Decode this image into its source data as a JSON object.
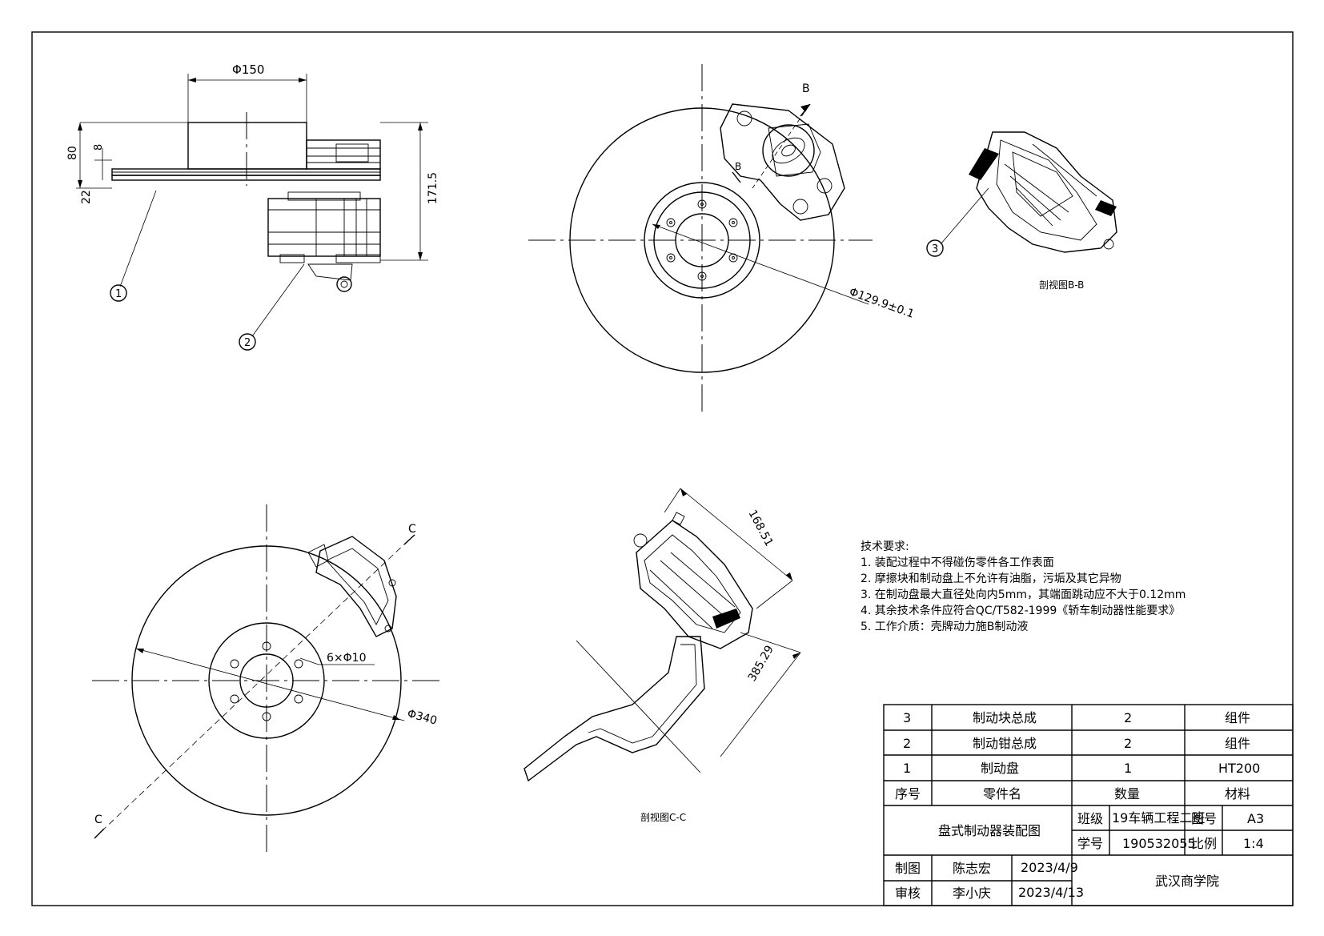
{
  "drawing": {
    "title": "盘式制动器装配图",
    "section_labels": {
      "section_b": "剖视图B-B",
      "section_c": "剖视图C-C",
      "arrow_b": "B",
      "arrow_c": "C"
    },
    "balloons": [
      "1",
      "2",
      "3"
    ],
    "dimensions": {
      "phi150": "Φ150",
      "d80": "80",
      "d8": "8",
      "d22": "22",
      "d171_5": "171.5",
      "phi129": "Φ129.9±0.1",
      "holes": "6×Φ10",
      "phi340": "Φ340",
      "d168": "168.51",
      "d385": "385.29"
    }
  },
  "technical_requirements": {
    "heading": "技术要求:",
    "items": [
      "1. 装配过程中不得碰伤零件各工作表面",
      "2. 摩擦块和制动盘上不允许有油脂，污垢及其它异物",
      "3. 在制动盘最大直径处向内5mm，其端面跳动应不大于0.12mm",
      "4. 其余技术条件应符合QC/T582-1999《轿车制动器性能要求》",
      "5. 工作介质：壳牌动力施B制动液"
    ]
  },
  "title_block": {
    "parts": [
      {
        "no": "3",
        "name": "制动块总成",
        "qty": "2",
        "material": "组件"
      },
      {
        "no": "2",
        "name": "制动钳总成",
        "qty": "2",
        "material": "组件"
      },
      {
        "no": "1",
        "name": "制动盘",
        "qty": "1",
        "material": "HT200"
      }
    ],
    "headers": {
      "no": "序号",
      "name": "零件名",
      "qty": "数量",
      "material": "材料"
    },
    "drawing_name": "盘式制动器装配图",
    "class_label": "班级",
    "class_value": "19车辆工程二班",
    "drawing_no_label": "图号",
    "drawing_no_value": "A3",
    "student_no_label": "学号",
    "student_no_value": "190532055",
    "scale_label": "比例",
    "scale_value": "1:4",
    "drawn_label": "制图",
    "drawn_by": "陈志宏",
    "drawn_date": "2023/4/9",
    "checked_label": "审核",
    "checked_by": "李小庆",
    "checked_date": "2023/4/13",
    "school": "武汉商学院"
  }
}
